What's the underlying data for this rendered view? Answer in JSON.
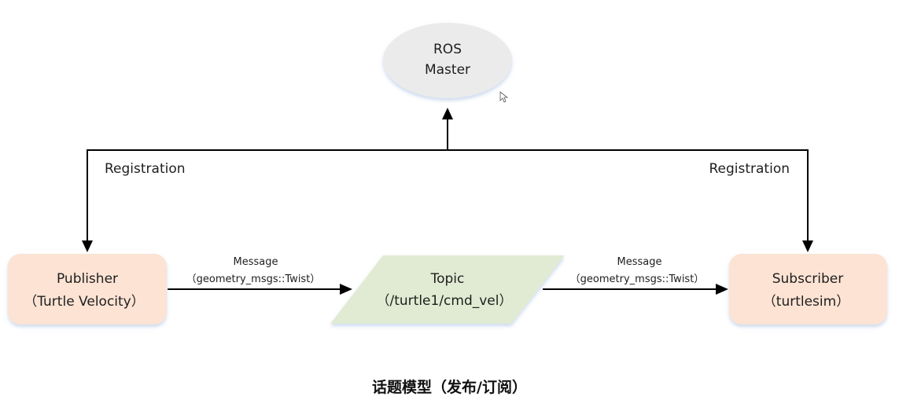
{
  "nodes": {
    "master": {
      "line1": "ROS",
      "line2": "Master",
      "fill": "#ebebeb"
    },
    "publisher": {
      "line1": "Publisher",
      "line2": "（Turtle Velocity）",
      "fill": "#fce3d4"
    },
    "topic": {
      "line1": "Topic",
      "line2": "（/turtle1/cmd_vel）",
      "fill": "#e1ebd3"
    },
    "subscriber": {
      "line1": "Subscriber",
      "line2": "（turtlesim）",
      "fill": "#fce3d4"
    }
  },
  "edges": {
    "registration_left": {
      "label": "Registration"
    },
    "registration_right": {
      "label": "Registration"
    },
    "message_pub_topic": {
      "line1": "Message",
      "line2": "（geometry_msgs::Twist）"
    },
    "message_topic_sub": {
      "line1": "Message",
      "line2": "（geometry_msgs::Twist）"
    }
  },
  "caption": "话题模型（发布/订阅）",
  "colors": {
    "line": "#000000",
    "shadow": "#c9d9ef"
  }
}
